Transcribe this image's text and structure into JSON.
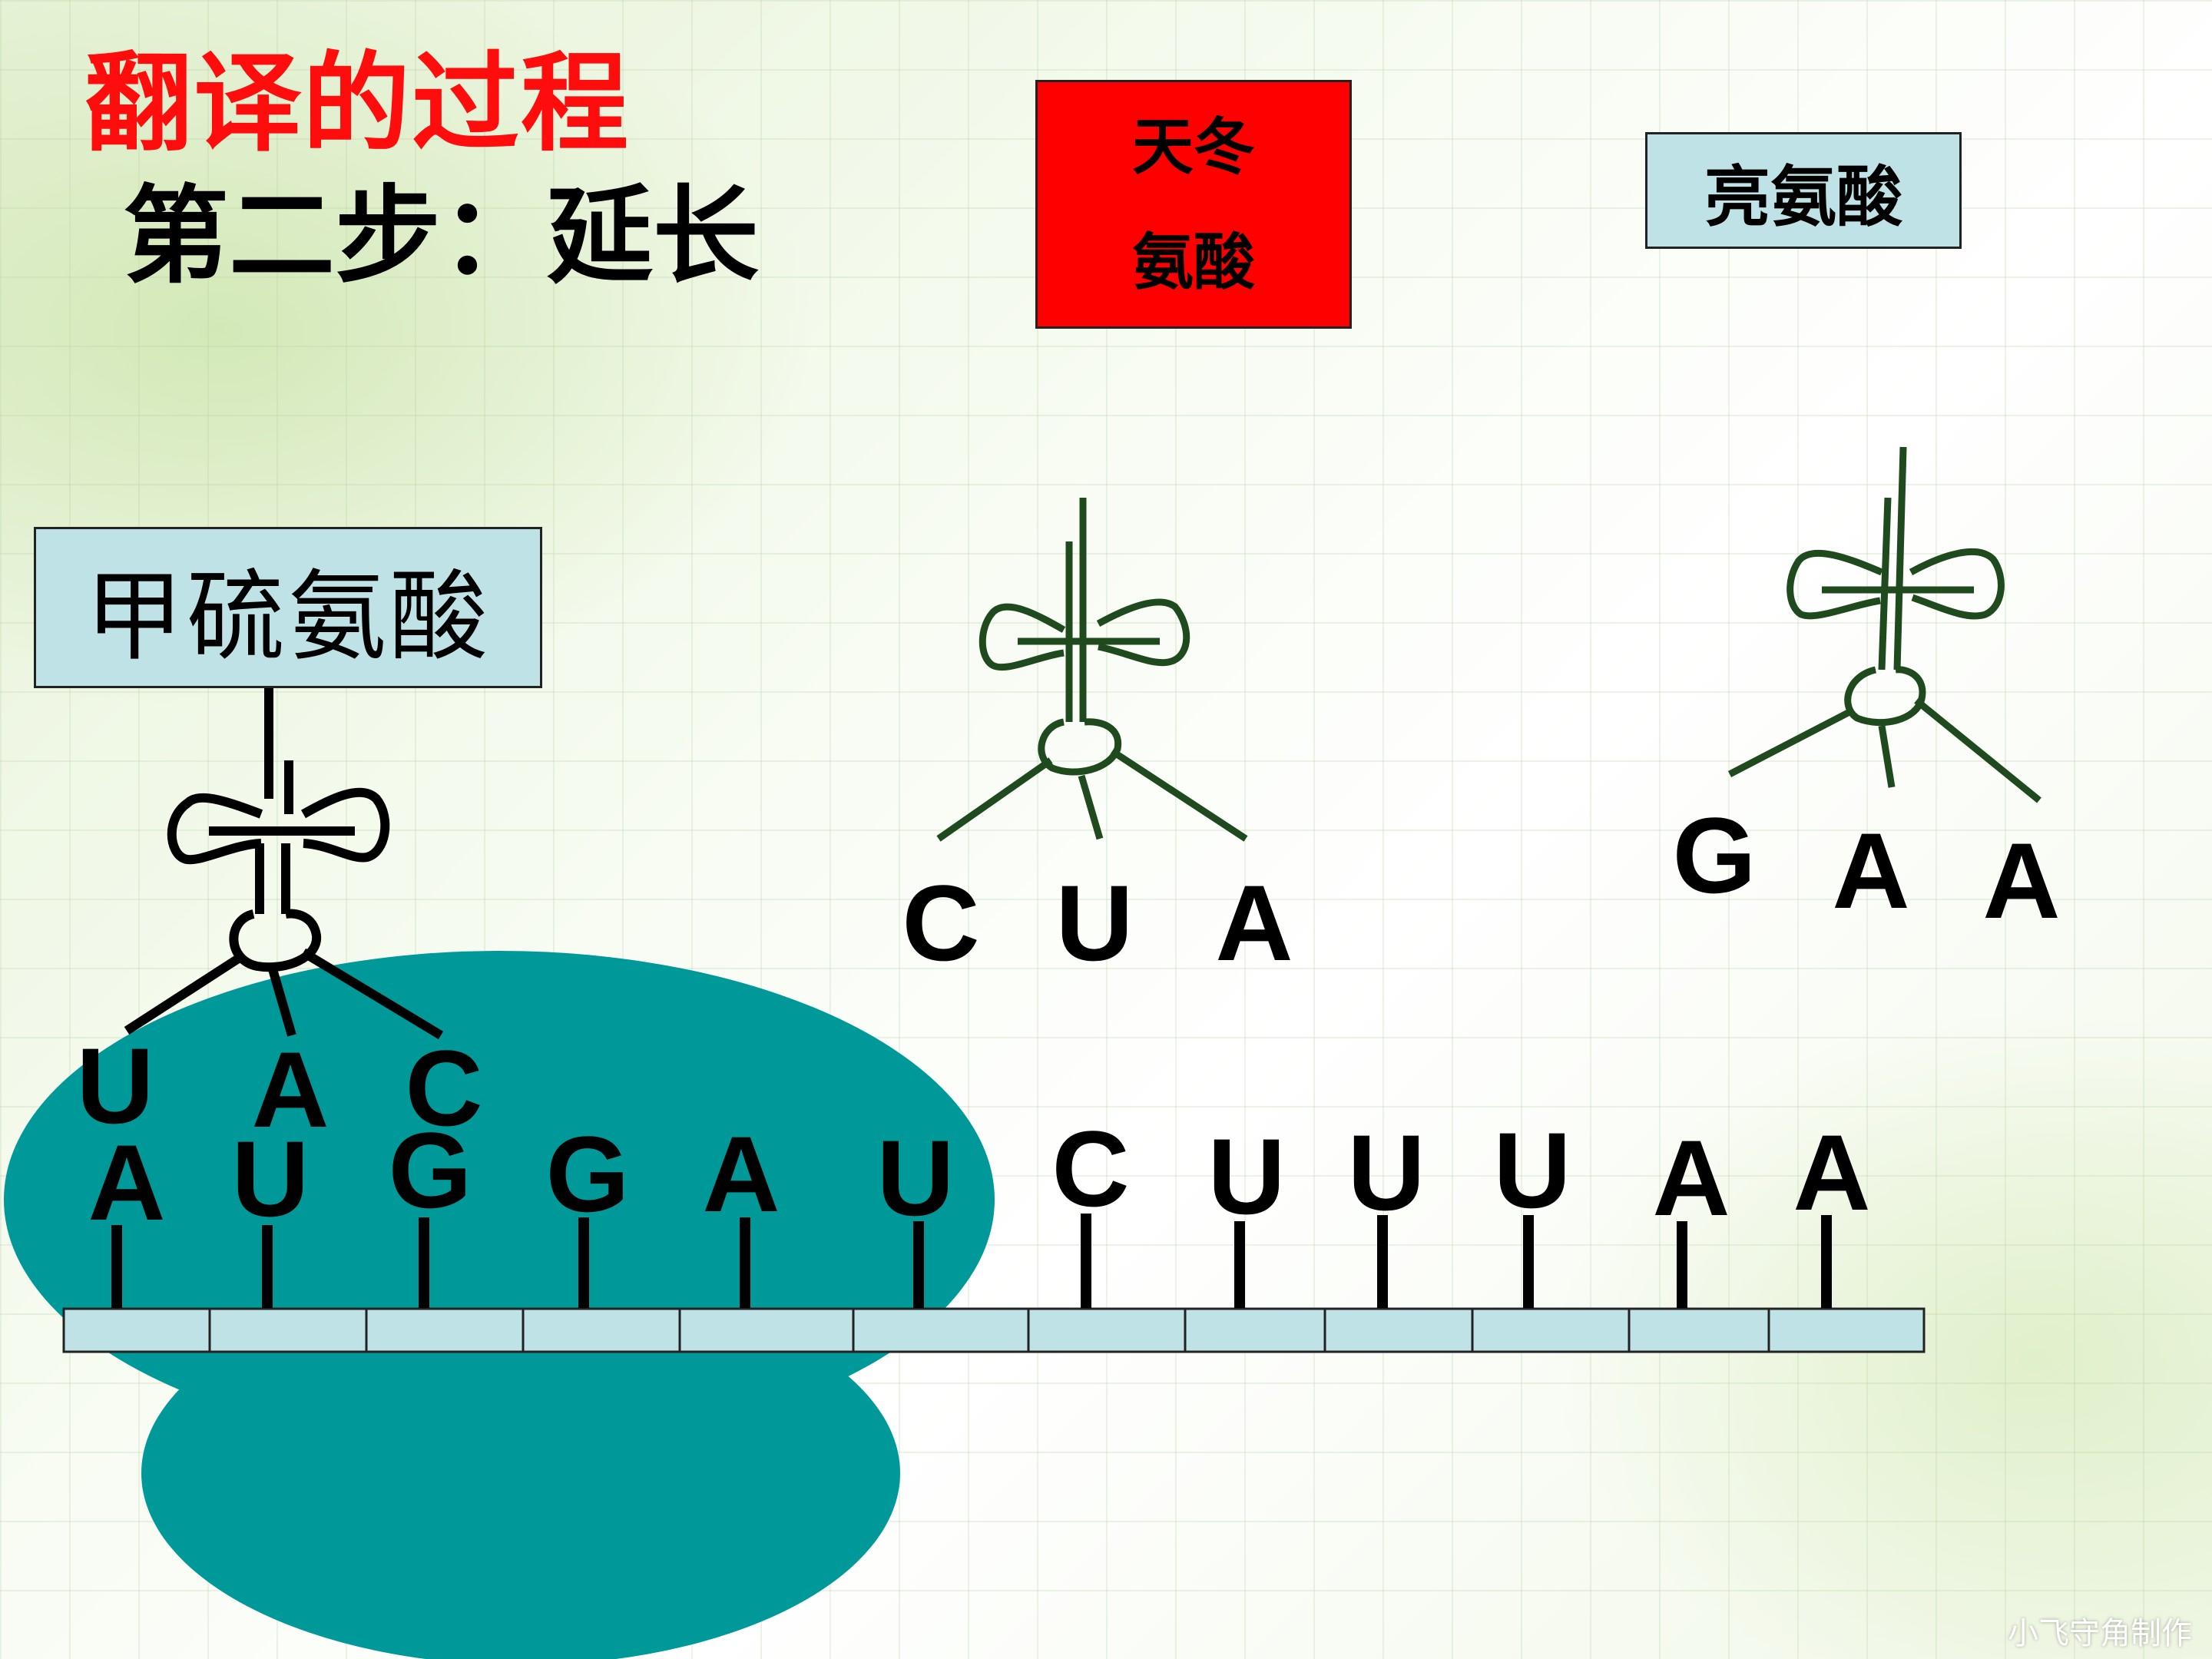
{
  "title": "翻译的过程",
  "subtitle": "第二步：延长",
  "amino_acids": {
    "asp_line1": "天冬",
    "asp_line2": "氨酸",
    "leu": "亮氨酸",
    "met": "甲硫氨酸"
  },
  "trna": {
    "bound_anticodon": [
      "U",
      "A",
      "C"
    ],
    "middle_anticodon": [
      "C",
      "U",
      "A"
    ],
    "right_anticodon": [
      "G",
      "A",
      "A"
    ]
  },
  "mrna_bases": [
    "A",
    "U",
    "G",
    "G",
    "A",
    "U",
    "C",
    "U",
    "U",
    "U",
    "A",
    "A"
  ],
  "watermark": "小飞守角制作",
  "colors": {
    "title": "#ff0d0d",
    "ribosome": "#009999",
    "mrna_box": "#bfe2e6",
    "asp_box": "#ff0000",
    "trna_free": "#1e4a1e",
    "trna_bound": "#000000"
  }
}
